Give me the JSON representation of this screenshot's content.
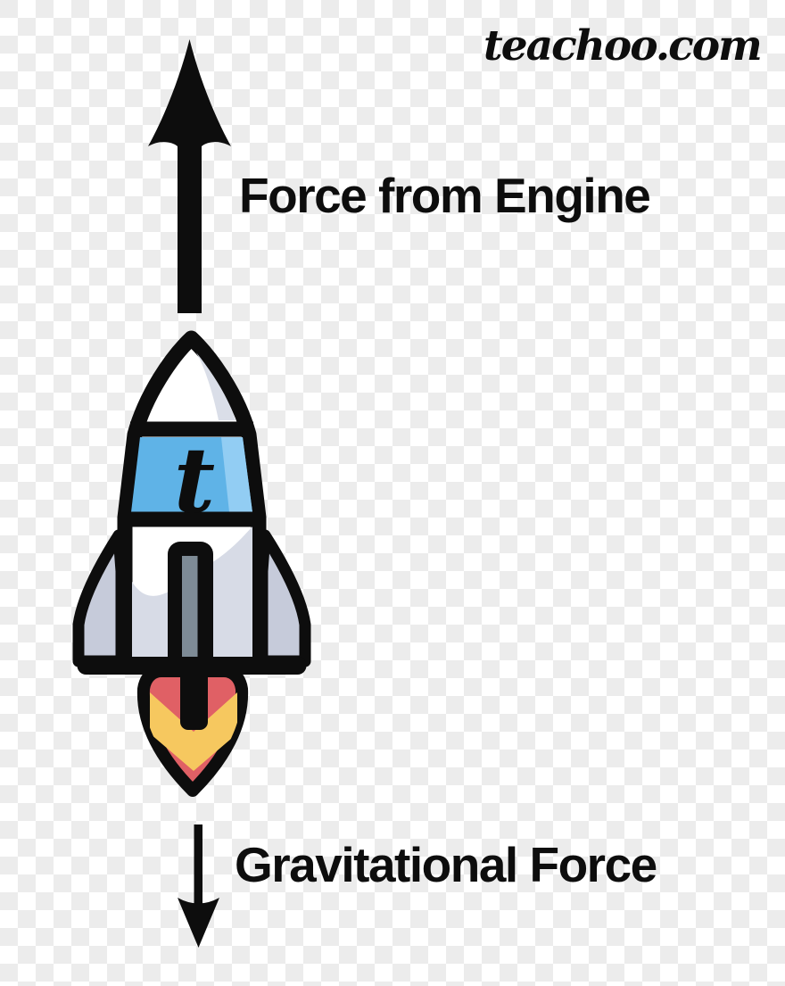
{
  "watermark": {
    "text": "teachoo.com"
  },
  "labels": {
    "up_force": "Force from Engine",
    "down_force": "Gravitational Force"
  },
  "rocket": {
    "letter": "t"
  },
  "colors": {
    "outline": "#0d0d0d",
    "window_blue": "#5FB3E7",
    "window_blue_highlight": "#92CDF3",
    "body_white": "#FFFFFF",
    "body_shade": "#D7DBE6",
    "nose_shade": "#DADEE8",
    "fin_gray": "#C6CBDA",
    "engine_gray": "#7E8B96",
    "flame_red": "#E06065",
    "flame_yellow": "#F6C85F",
    "checker_gray": "#ECECEC",
    "checker_white": "#FFFFFF"
  }
}
